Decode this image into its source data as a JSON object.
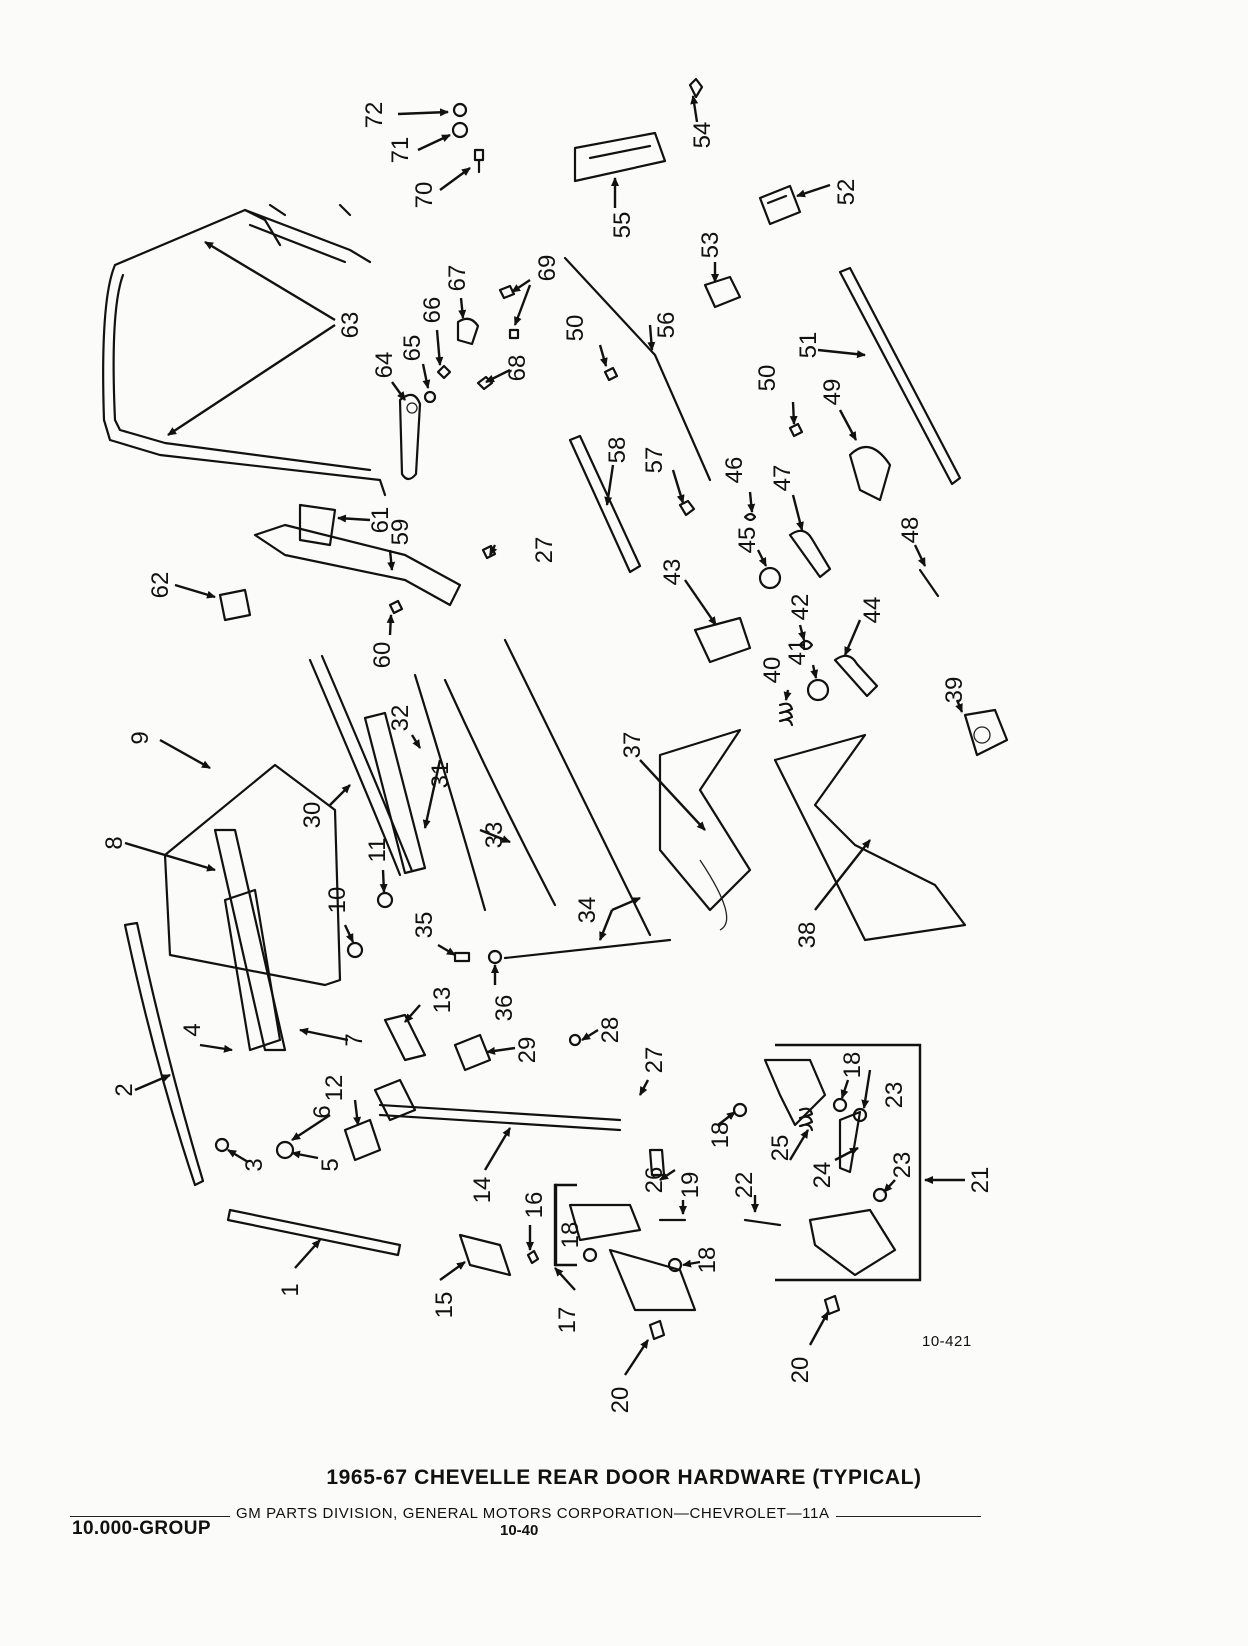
{
  "figure": {
    "reference": "10-421",
    "title": "1965-67 CHEVELLE REAR DOOR HARDWARE (TYPICAL)"
  },
  "footer": {
    "division_text": "GM PARTS DIVISION, GENERAL MOTORS CORPORATION—CHEVROLET—11A",
    "group_label": "10.000-GROUP",
    "page_number": "10-40"
  },
  "callouts": {
    "c1": "1",
    "c2": "2",
    "c3": "3",
    "c4": "4",
    "c5": "5",
    "c6": "6",
    "c7": "7",
    "c8": "8",
    "c9": "9",
    "c10": "10",
    "c11": "11",
    "c12": "12",
    "c13": "13",
    "c14": "14",
    "c15": "15",
    "c16": "16",
    "c17": "17",
    "c18a": "18",
    "c18b": "18",
    "c18c": "18",
    "c18d": "18",
    "c19": "19",
    "c20a": "20",
    "c20b": "20",
    "c21": "21",
    "c22": "22",
    "c23a": "23",
    "c23b": "23",
    "c24": "24",
    "c25": "25",
    "c26": "26",
    "c27a": "27",
    "c27b": "27",
    "c28": "28",
    "c29": "29",
    "c30": "30",
    "c31": "31",
    "c32": "32",
    "c33": "33",
    "c34": "34",
    "c35": "35",
    "c36": "36",
    "c37": "37",
    "c38": "38",
    "c39": "39",
    "c40": "40",
    "c41": "41",
    "c42": "42",
    "c43": "43",
    "c44": "44",
    "c45": "45",
    "c46": "46",
    "c47": "47",
    "c48": "48",
    "c49": "49",
    "c50a": "50",
    "c50b": "50",
    "c51": "51",
    "c52": "52",
    "c53": "53",
    "c54": "54",
    "c55": "55",
    "c56": "56",
    "c57": "57",
    "c58": "58",
    "c59": "59",
    "c60": "60",
    "c61": "61",
    "c62": "62",
    "c63": "63",
    "c64": "64",
    "c65": "65",
    "c66": "66",
    "c67": "67",
    "c68": "68",
    "c69": "69",
    "c70": "70",
    "c71": "71",
    "c72": "72"
  }
}
